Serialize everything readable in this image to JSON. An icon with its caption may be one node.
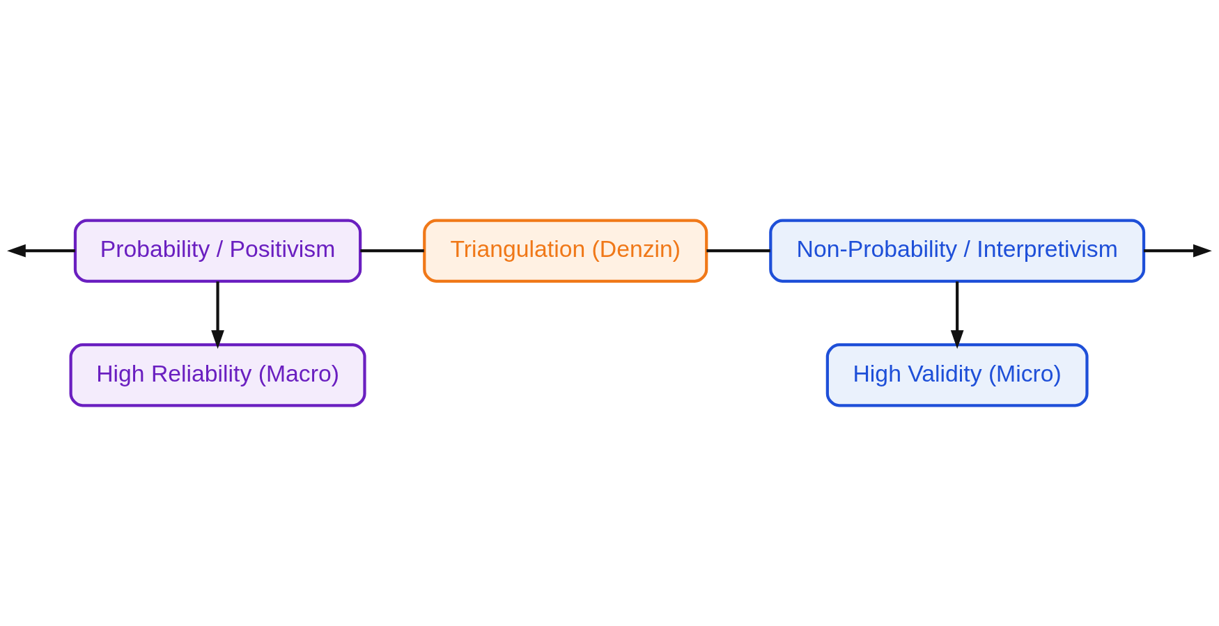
{
  "diagram": {
    "nodes": [
      {
        "text": [
          "Probability / Positivism"
        ]
      },
      {
        "text": [
          "Triangulation (Denzin)"
        ]
      },
      {
        "text": [
          "Non-Probability / Interpretivism"
        ]
      },
      {
        "text": [
          "High Reliability (Macro)"
        ]
      },
      {
        "text": [
          "High Validity (Micro)"
        ]
      }
    ],
    "edges": [
      {
        "from": 0,
        "to": null,
        "arrow": "to"
      },
      {
        "from": 0,
        "to": 1,
        "arrow": "none"
      },
      {
        "from": 1,
        "to": 2,
        "arrow": "none"
      },
      {
        "from": 2,
        "to": null,
        "arrow": "to"
      },
      {
        "from": 0,
        "to": 3,
        "arrow": "to"
      },
      {
        "from": 2,
        "to": 4,
        "arrow": "to"
      }
    ]
  }
}
